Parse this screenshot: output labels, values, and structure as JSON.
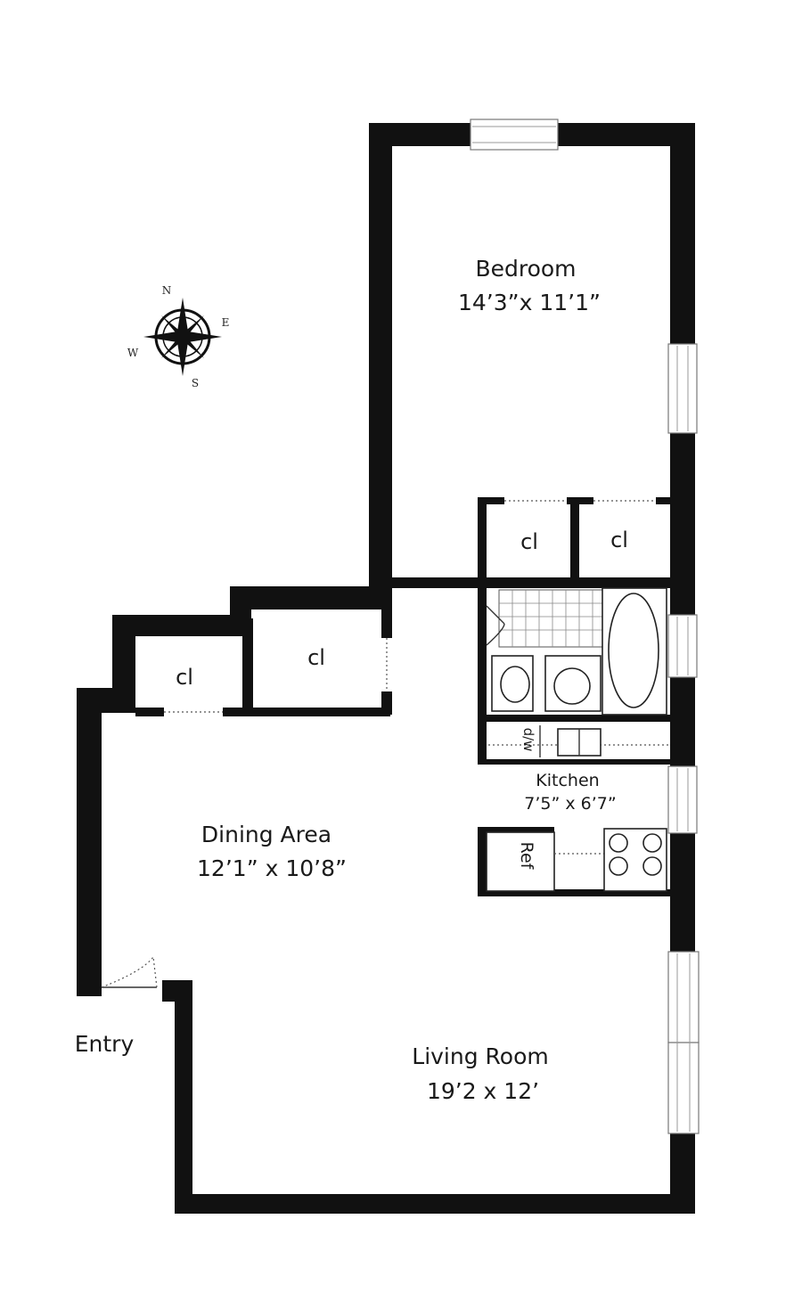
{
  "rooms": {
    "bedroom": {
      "name": "Bedroom",
      "dims": "14’3”x 11’1”"
    },
    "dining": {
      "name": "Dining Area",
      "dims": "12’1” x 10’8”"
    },
    "kitchen": {
      "name": "Kitchen",
      "dims": "7’5” x 6’7”"
    },
    "living": {
      "name": "Living Room",
      "dims": "19’2 x 12’"
    }
  },
  "closets": [
    "cl",
    "cl",
    "cl",
    "cl"
  ],
  "entry": "Entry",
  "appliances": {
    "dishwasher": "d/w",
    "refrigerator": "Ref"
  },
  "compass": {
    "n": "N",
    "e": "E",
    "s": "S",
    "w": "W"
  }
}
